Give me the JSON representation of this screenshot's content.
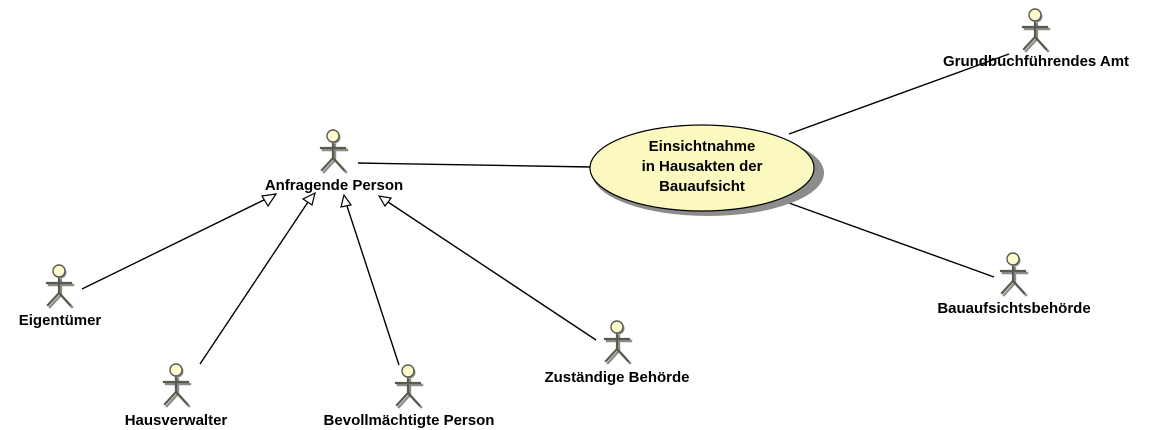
{
  "colors": {
    "actor_fill": "#fffdd0",
    "actor_stroke": "#5a5a4a",
    "usecase_fill": "#fbf8c0",
    "shadow": "#8c8c8c",
    "line": "#000000"
  },
  "actors": {
    "anfragende_person": "Anfragende Person",
    "grundbuch_amt": "Grundbuchführendes Amt",
    "bauaufsichtsbehoerde": "Bauaufsichtsbehörde",
    "eigentuemer": "Eigentümer",
    "hausverwalter": "Hausverwalter",
    "bevollmaechtigte_person": "Bevollmächtigte Person",
    "zustaendige_behoerde": "Zuständige Behörde"
  },
  "usecase": {
    "lines": [
      "Einsichtnahme",
      "in Hausakten der",
      "Bauaufsicht"
    ]
  }
}
